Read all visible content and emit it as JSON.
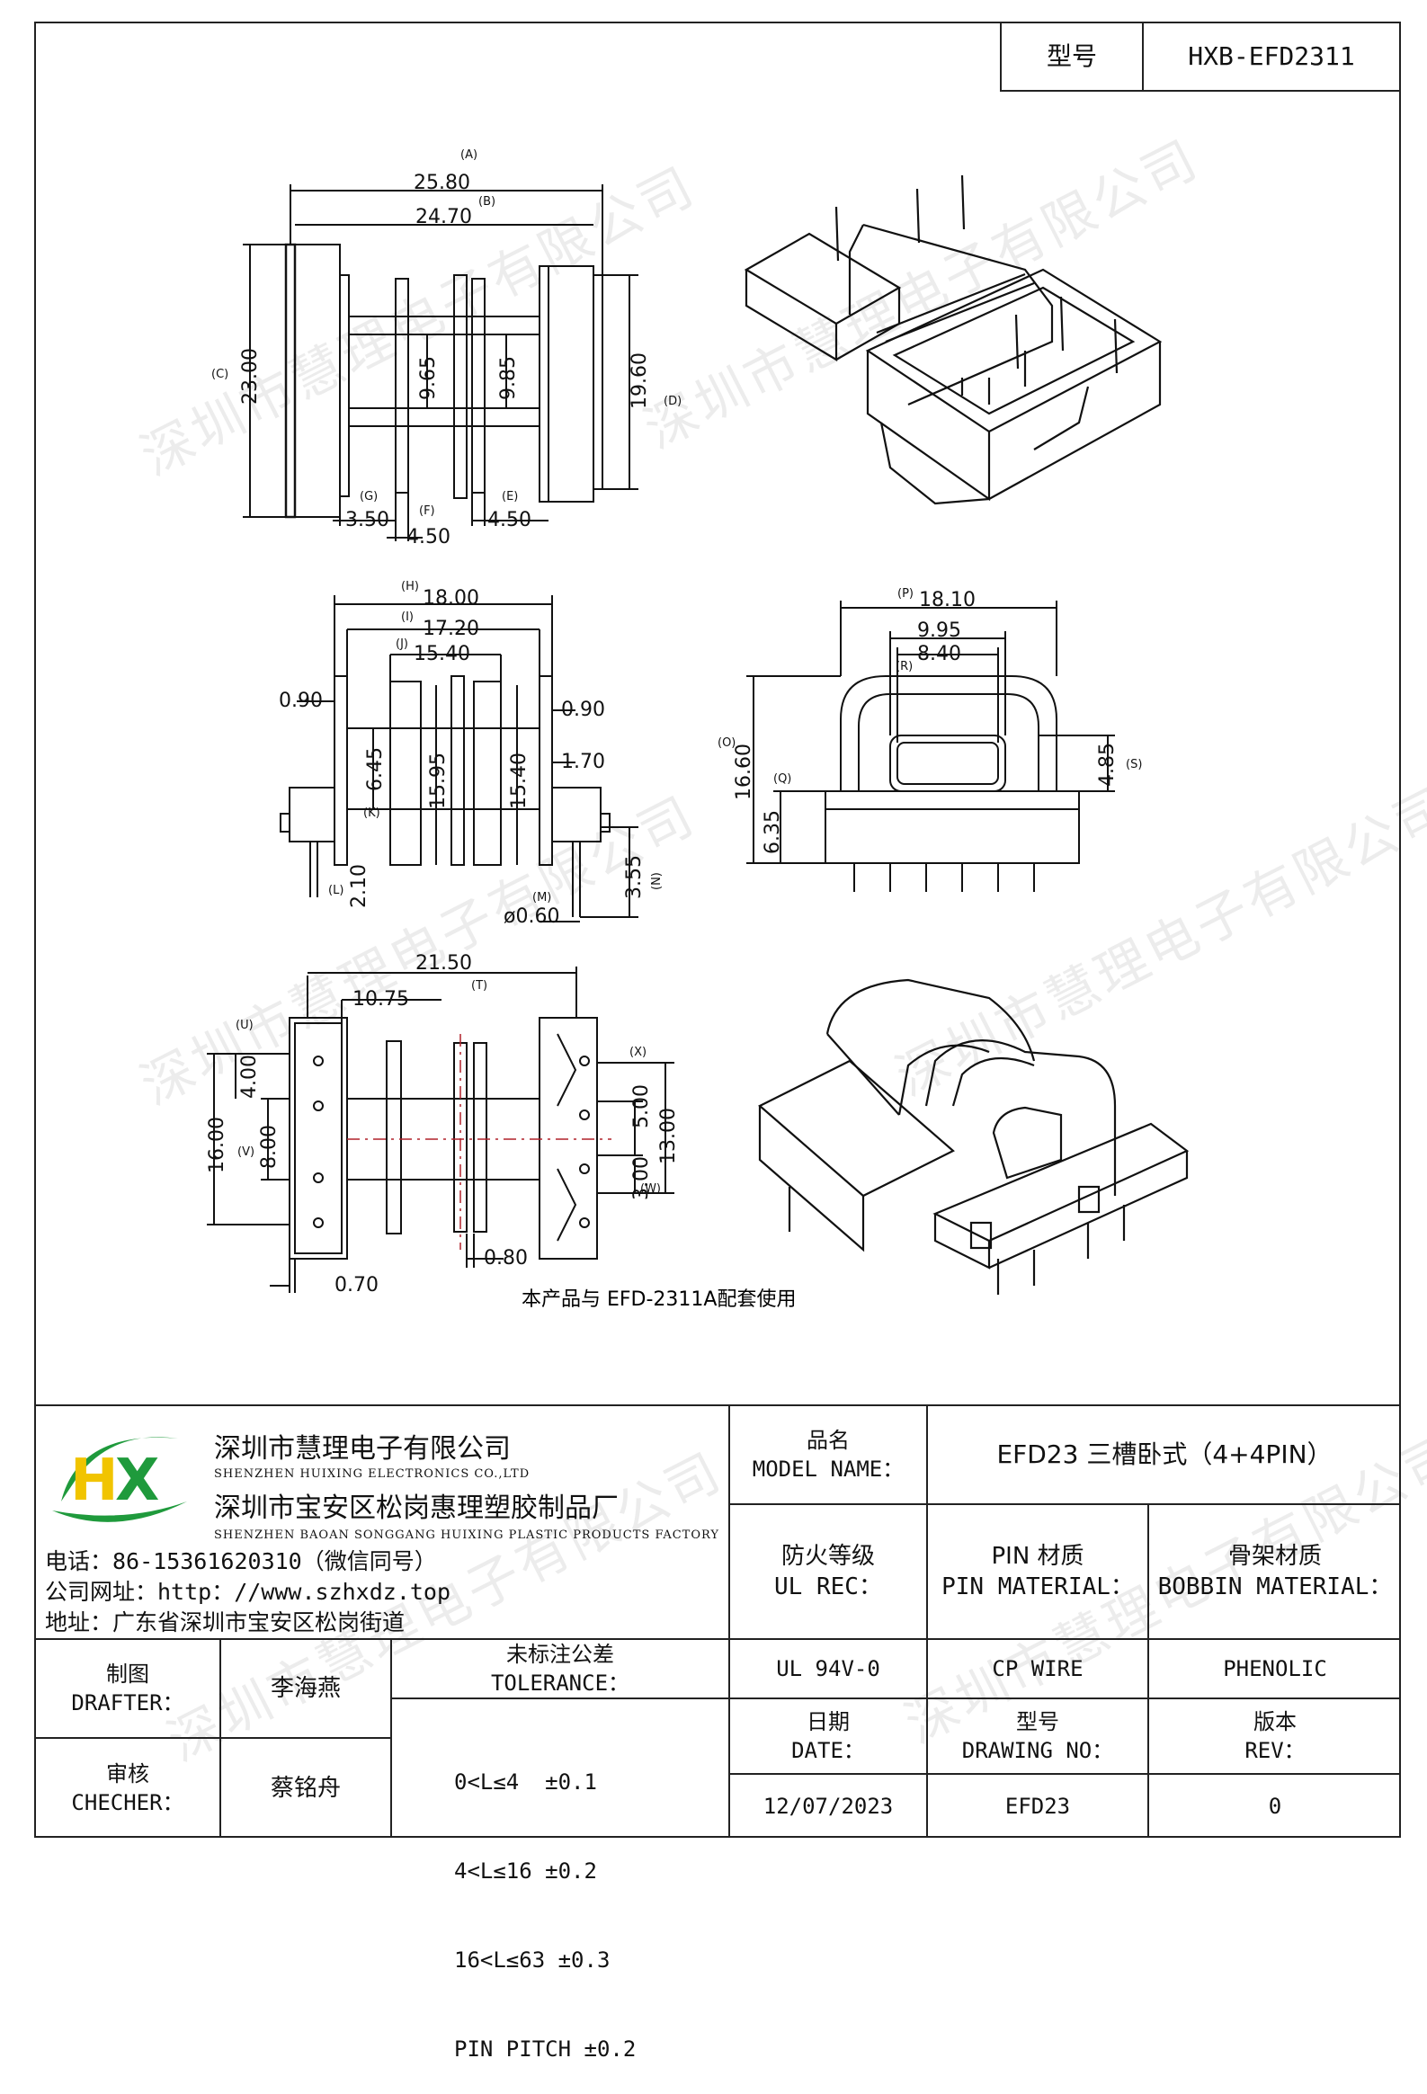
{
  "header": {
    "model_label": "型号",
    "model_value": "HXB-EFD2311"
  },
  "views": {
    "front": {
      "A": "(A)",
      "A_val": "25.80",
      "B": "(B)",
      "B_val": "24.70",
      "C": "(C)",
      "C_val": "23.00",
      "D": "(D)",
      "D_val": "19.60",
      "d1": "9.65",
      "d2": "9.85",
      "G": "(G)",
      "G_val": "3.50",
      "F": "(F)",
      "F_val": "4.50",
      "E": "(E)",
      "E_val": "4.50"
    },
    "side": {
      "H": "(H)",
      "H_val": "18.00",
      "I": "(I)",
      "I_val": "17.20",
      "J": "(J)",
      "J_val": "15.40",
      "t1": "0.90",
      "t2": "0.90",
      "t3": "1.70",
      "d1": "6.45",
      "d2": "15.95",
      "d3": "15.40",
      "K": "(K)",
      "L": "(L)",
      "L_val": "2.10",
      "M": "(M)",
      "M_val": "ø0.60",
      "N": "(N)",
      "N_val": "3.55"
    },
    "end": {
      "P": "(P)",
      "P_val": "18.10",
      "Q": "(Q)",
      "Q_val": "9.95",
      "R": "(R)",
      "R_val": "8.40",
      "O": "(O)",
      "O_val": "16.60",
      "S": "(S)",
      "S_val": "4.85",
      "Q2": "(Q)",
      "Q2_val": "6.35"
    },
    "bottom": {
      "T": "(T)",
      "T_val": "21.50",
      "half": "10.75",
      "U": "(U)",
      "U_val": "4.00",
      "V": "(V)",
      "V_val": "8.00",
      "total": "16.00",
      "X": "(X)",
      "X_val": "5.00",
      "W": "(W)",
      "W_val": "3.00",
      "r_total": "13.00",
      "b1": "0.80",
      "b2": "0.70"
    },
    "note": "本产品与    EFD-2311A配套使用"
  },
  "company": {
    "name1": "深圳市慧理电子有限公司",
    "name1_en": "SHENZHEN HUIXING ELECTRONICS CO.,LTD",
    "name2": "深圳市宝安区松岗惠理塑胶制品厂",
    "name2_en": "SHENZHEN BAOAN SONGGANG HUIXING PLASTIC PRODUCTS FACTORY",
    "phone": "电话：86-15361620310（微信同号）",
    "web": "公司网址：http：//www.szhxdz.top",
    "addr": "地址：广东省深圳市宝安区松岗街道",
    "logo_text": "HX",
    "logo_colors": {
      "h": "#f1c400",
      "x": "#1f9a3c",
      "swoosh": "#1f9a3c"
    },
    "watermark": "深圳市慧理电子有限公司"
  },
  "title_block": {
    "product_cn": "品名",
    "product_en": "MODEL NAME：",
    "product_value": "EFD23 三槽卧式（4+4PIN）",
    "fire_cn": "防火等级",
    "fire_en": "UL REC：",
    "pin_cn": "PIN 材质",
    "pin_en": "PIN MATERIAL：",
    "bobbin_cn": "骨架材质",
    "bobbin_en": "BOBBIN MATERIAL：",
    "fire_value": "UL 94V-0",
    "pin_value": "CP WIRE",
    "bobbin_value": "PHENOLIC",
    "drafter_cn": "制图",
    "drafter_en": "DRAFTER：",
    "drafter_value": "李海燕",
    "checker_cn": "审核",
    "checker_en": "CHECHER：",
    "checker_value": "蔡铭舟",
    "tol_cn": "未标注公差",
    "tol_en": "TOLERANCE：",
    "tol_lines": [
      "0<L≤4  ±0.1",
      "4<L≤16 ±0.2",
      "16<L≤63 ±0.3",
      "PIN PITCH ±0.2"
    ],
    "date_cn": "日期",
    "date_en": "DATE：",
    "date_value": "12/07/2023",
    "dwg_cn": "型号",
    "dwg_en": "DRAWING NO：",
    "dwg_value": "EFD23",
    "rev_cn": "版本",
    "rev_en": "REV：",
    "rev_value": "0"
  }
}
